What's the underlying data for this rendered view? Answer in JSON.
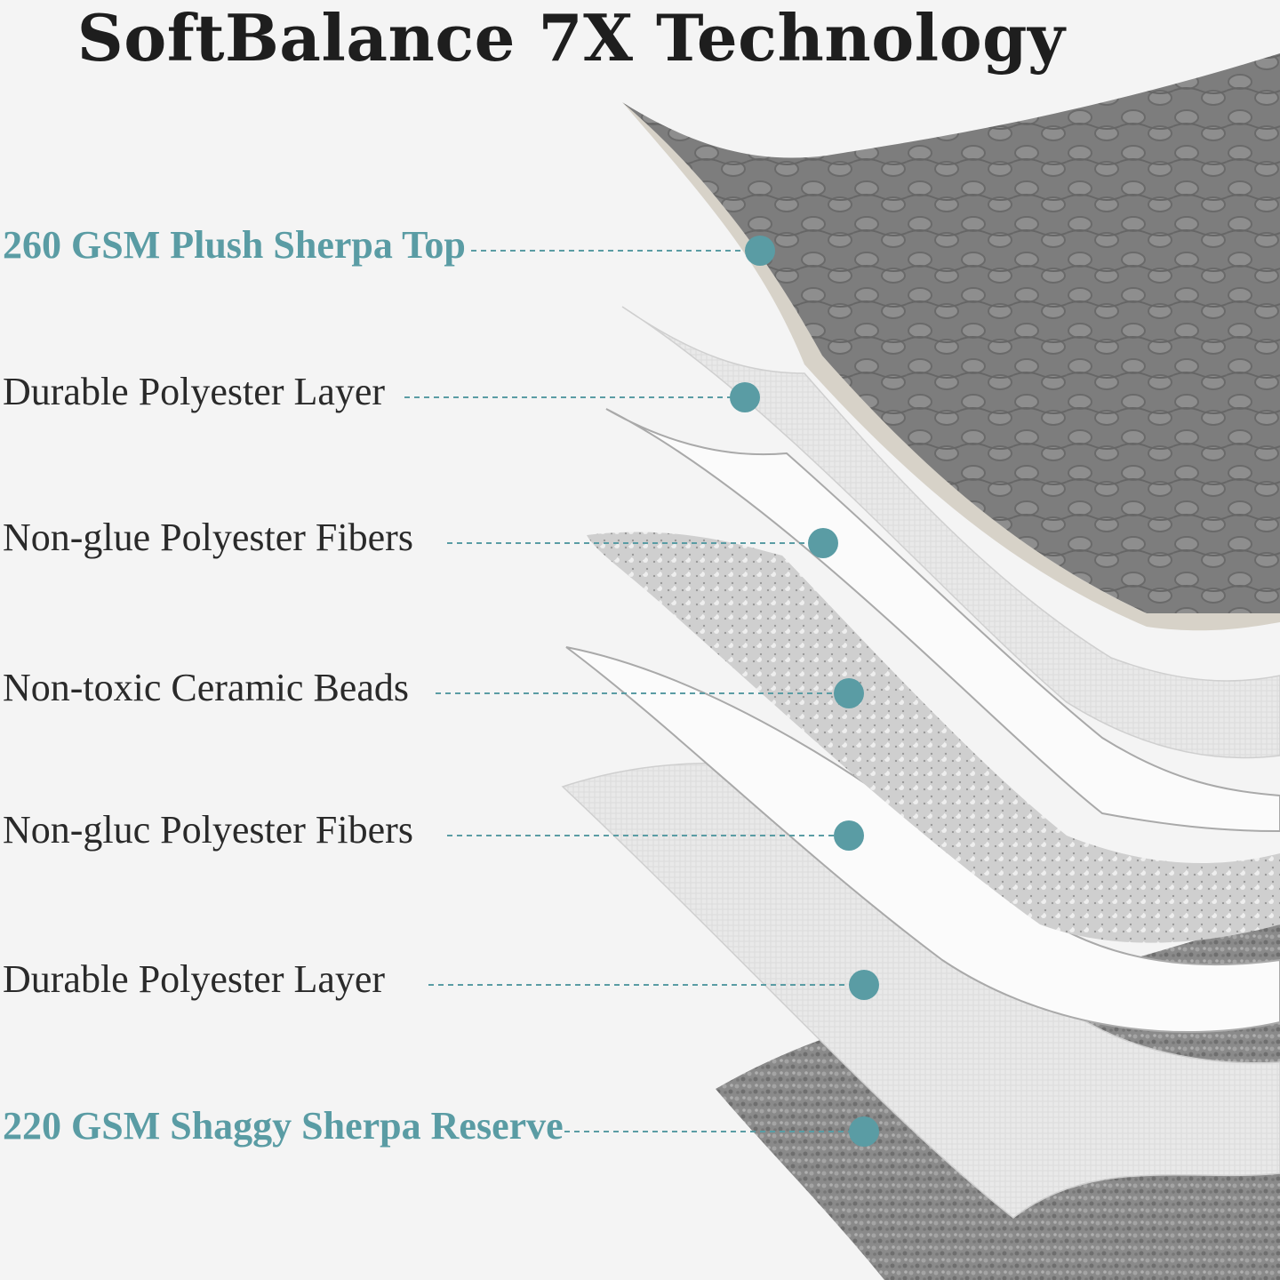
{
  "title": "SoftBalance 7X Technology",
  "accent_color": "#5a9ca4",
  "layers": [
    {
      "label": "260 GSM Plush Sherpa Top",
      "accent": true,
      "visual": "textured-gray-sherpa"
    },
    {
      "label": "Durable Polyester Layer",
      "accent": false,
      "visual": "white-fabric-sheet"
    },
    {
      "label": "Non-glue Polyester Fibers",
      "accent": false,
      "visual": "white-fiber-sheet"
    },
    {
      "label": "Non-toxic Ceramic Beads",
      "accent": false,
      "visual": "gray-bead-layer"
    },
    {
      "label": "Non-gluc Polyester Fibers",
      "accent": false,
      "visual": "white-fiber-sheet"
    },
    {
      "label": "Durable Polyester Layer",
      "accent": false,
      "visual": "white-fabric-sheet"
    },
    {
      "label": "220 GSM Shaggy Sherpa Reserve",
      "accent": true,
      "visual": "shaggy-gray-sherpa"
    }
  ]
}
